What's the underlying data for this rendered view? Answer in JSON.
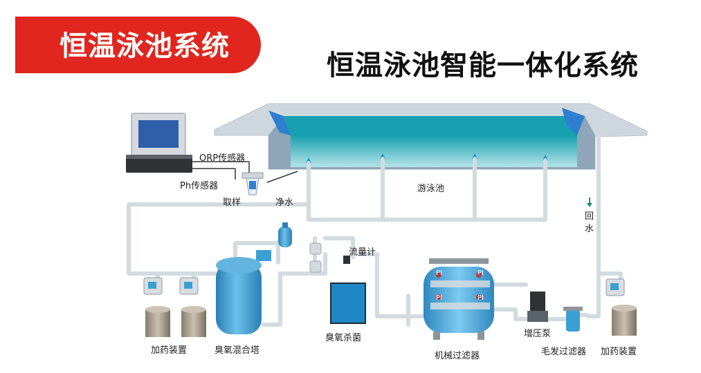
{
  "header": {
    "badge_title": "恒温泳池系统",
    "main_title": "恒温泳池智能一体化系统"
  },
  "labels": {
    "orp_sensor": "ORP传感器",
    "ph_sensor": "Ph传感器",
    "sampling": "取样",
    "clean_water": "净水",
    "pool": "游泳池",
    "return_1": "回",
    "return_2": "水",
    "flow_meter": "流量计",
    "dosing_left": "加药装置",
    "ozone_tower": "臭氧混合塔",
    "ozone_sterilizer": "臭氧杀菌",
    "mech_filter": "机械过滤器",
    "booster_pump": "增压泵",
    "hair_filter": "毛发过滤器",
    "dosing_right": "加药装置",
    "gauge": "PI"
  },
  "colors": {
    "badge_red": "#e0261f",
    "pipe": "#d3dbe1",
    "pool_water": "#1a9fb0",
    "tank_blue": "#3aa0d4"
  }
}
